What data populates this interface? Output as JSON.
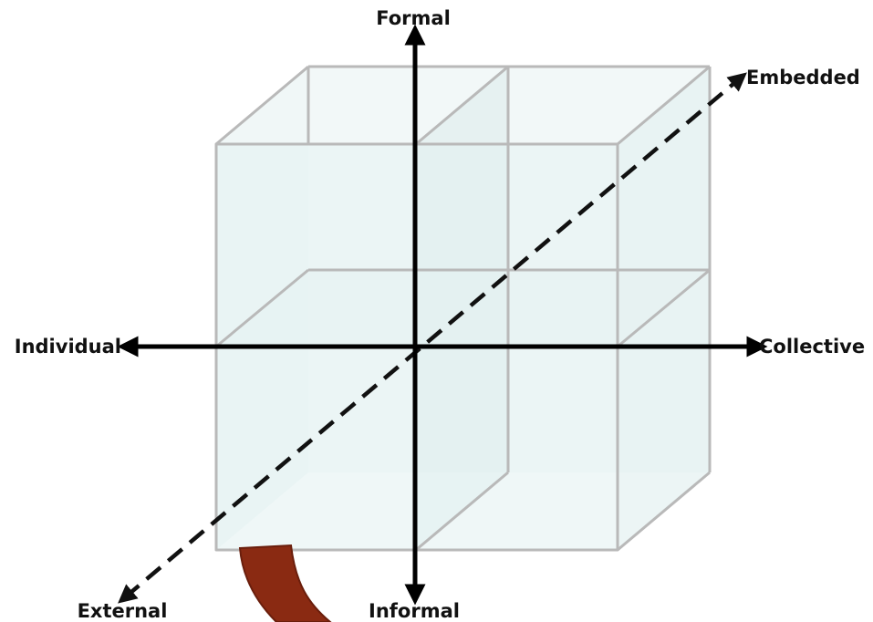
{
  "labels": {
    "up": "Formal",
    "down": "Informal",
    "left": "Individual",
    "right": "Collective",
    "back": "Embedded",
    "front": "External"
  },
  "colors": {
    "cube_fill": "#e2f0f0",
    "cube_edge": "#b9b9b9",
    "axis": "#000000",
    "depth_axis": "#111111",
    "accent_arc": "#8a2a12"
  }
}
